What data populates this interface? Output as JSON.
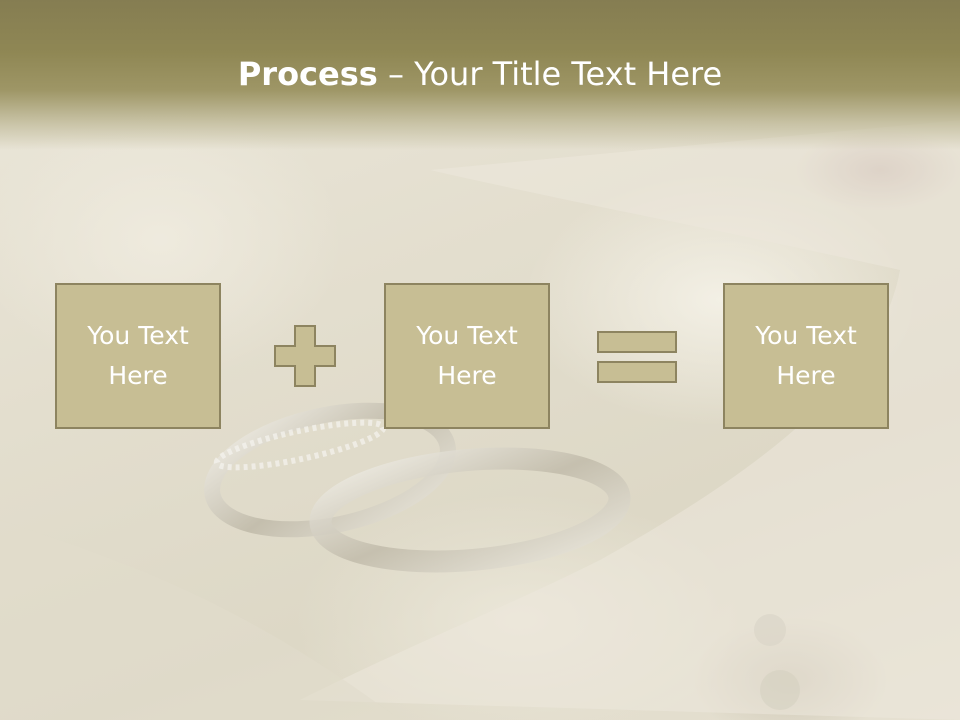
{
  "slide": {
    "title_bold": "Process",
    "title_separator": " – ",
    "title_rest": "Your Title Text Here"
  },
  "process": {
    "boxes": [
      {
        "text": "You Text Here"
      },
      {
        "text": "You Text Here"
      },
      {
        "text": "You Text Here"
      }
    ],
    "operators": [
      {
        "icon": "plus-icon"
      },
      {
        "icon": "equals-icon"
      }
    ]
  },
  "colors": {
    "title_band": "#8f8754",
    "box_fill": "#c7be94",
    "box_border": "#8d8460",
    "text": "#ffffff"
  }
}
